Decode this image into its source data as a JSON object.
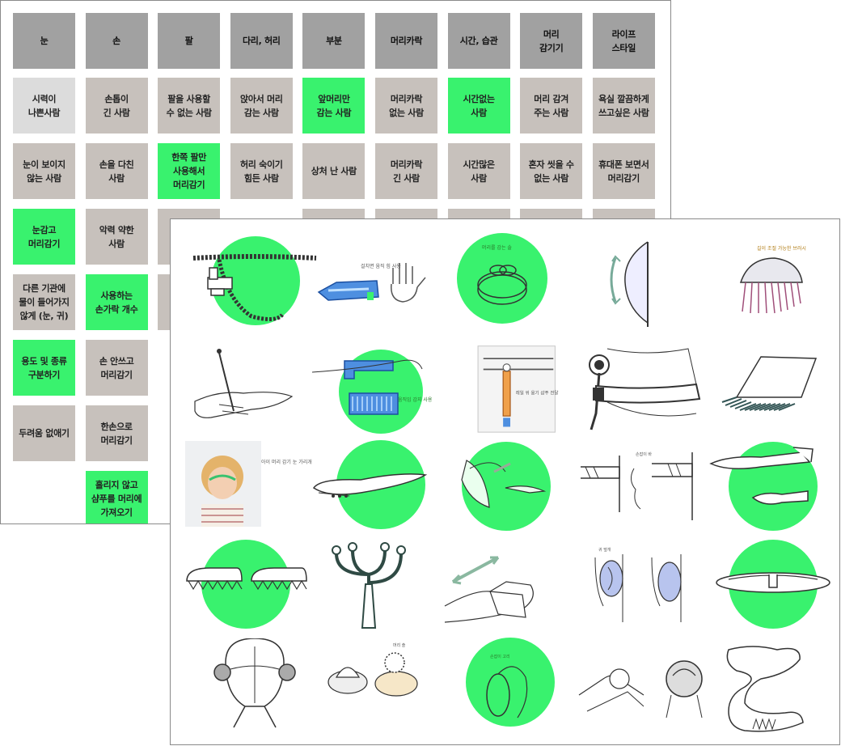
{
  "grid": {
    "headers": [
      "눈",
      "손",
      "팔",
      "다리, 허리",
      "부분",
      "머리카락",
      "시간, 습관",
      "머리\n감기기",
      "라이프\n스타일"
    ],
    "cells": [
      {
        "col": 0,
        "row": 0,
        "text": "시력이\n나쁜사람",
        "style": "light"
      },
      {
        "col": 1,
        "row": 0,
        "text": "손톱이\n긴 사람",
        "style": "gray"
      },
      {
        "col": 2,
        "row": 0,
        "text": "팔을 사용할\n수 없는 사람",
        "style": "gray"
      },
      {
        "col": 3,
        "row": 0,
        "text": "앉아서 머리\n감는 사람",
        "style": "gray"
      },
      {
        "col": 4,
        "row": 0,
        "text": "앞머리만\n감는 사람",
        "style": "green"
      },
      {
        "col": 5,
        "row": 0,
        "text": "머리카락\n없는 사람",
        "style": "gray"
      },
      {
        "col": 6,
        "row": 0,
        "text": "시간없는\n사람",
        "style": "green"
      },
      {
        "col": 7,
        "row": 0,
        "text": "머리 감겨\n주는 사람",
        "style": "gray"
      },
      {
        "col": 8,
        "row": 0,
        "text": "욕실 깔끔하게\n쓰고싶은 사람",
        "style": "gray"
      },
      {
        "col": 0,
        "row": 1,
        "text": "눈이 보이지\n않는 사람",
        "style": "gray"
      },
      {
        "col": 1,
        "row": 1,
        "text": "손을 다친\n사람",
        "style": "gray"
      },
      {
        "col": 2,
        "row": 1,
        "text": "한쪽 팔만\n사용해서\n머리감기",
        "style": "green"
      },
      {
        "col": 3,
        "row": 1,
        "text": "허리 숙이기\n힘든 사람",
        "style": "gray"
      },
      {
        "col": 4,
        "row": 1,
        "text": "상처 난 사람",
        "style": "gray"
      },
      {
        "col": 5,
        "row": 1,
        "text": "머리카락\n긴 사람",
        "style": "gray"
      },
      {
        "col": 6,
        "row": 1,
        "text": "시간많은\n사람",
        "style": "gray"
      },
      {
        "col": 7,
        "row": 1,
        "text": "혼자 씻을 수\n없는 사람",
        "style": "gray"
      },
      {
        "col": 8,
        "row": 1,
        "text": "휴대폰 보면서\n머리감기",
        "style": "gray"
      },
      {
        "col": 0,
        "row": 2,
        "text": "눈감고\n머리감기",
        "style": "green"
      },
      {
        "col": 1,
        "row": 2,
        "text": "악력 약한\n사람",
        "style": "gray"
      },
      {
        "col": 2,
        "row": 2,
        "text": "",
        "style": "gray"
      },
      {
        "col": 4,
        "row": 2,
        "text": "",
        "style": "gray"
      },
      {
        "col": 5,
        "row": 2,
        "text": "",
        "style": "gray"
      },
      {
        "col": 6,
        "row": 2,
        "text": "",
        "style": "gray"
      },
      {
        "col": 7,
        "row": 2,
        "text": "",
        "style": "gray"
      },
      {
        "col": 8,
        "row": 2,
        "text": "",
        "style": "gray"
      },
      {
        "col": 0,
        "row": 3,
        "text": "다른 기관에\n물이 들어가지\n않게 (눈, 귀)",
        "style": "gray"
      },
      {
        "col": 1,
        "row": 3,
        "text": "사용하는\n손가락 개수",
        "style": "green"
      },
      {
        "col": 2,
        "row": 3,
        "text": "",
        "style": "gray"
      },
      {
        "col": 0,
        "row": 4,
        "text": "용도 및 종류\n구분하기",
        "style": "green"
      },
      {
        "col": 1,
        "row": 4,
        "text": "손 안쓰고\n머리감기",
        "style": "gray"
      },
      {
        "col": 0,
        "row": 5,
        "text": "두려움 없애기",
        "style": "gray"
      },
      {
        "col": 1,
        "row": 5,
        "text": "한손으로\n머리감기",
        "style": "gray"
      },
      {
        "col": 1,
        "row": 6,
        "text": "흘리지 않고\n샴푸를 머리에\n가져오기",
        "style": "green"
      }
    ]
  },
  "sketches": {
    "colors": {
      "accent": "#39f26e",
      "ink": "#333333"
    },
    "items": [
      {
        "id": "bead-strap-clamp",
        "circle": true
      },
      {
        "id": "glove-tool",
        "circle": false,
        "note": "걸치면 움직 힘 사용"
      },
      {
        "id": "round-brush-top",
        "circle": true,
        "note": "머리를 감는 솔"
      },
      {
        "id": "wall-curve-handle",
        "circle": false
      },
      {
        "id": "jellyfish-brush",
        "circle": false,
        "note": "길이 조절 가능한 브러시"
      },
      {
        "id": "finger-rod",
        "circle": false
      },
      {
        "id": "blue-frame-scrubber",
        "circle": true,
        "note": "움직임 감지 사용"
      },
      {
        "id": "rail-photo",
        "circle": false,
        "note": "레일 위 용기 샴푸 전달"
      },
      {
        "id": "shower-belt",
        "circle": false
      },
      {
        "id": "comb-pad",
        "circle": false
      },
      {
        "id": "child-photo",
        "circle": false,
        "note": "아이 머리 감기 눈 가리개"
      },
      {
        "id": "long-handle-brush",
        "circle": true
      },
      {
        "id": "butterfly-pad",
        "circle": true
      },
      {
        "id": "wall-bar",
        "circle": false,
        "note": "손잡이 바"
      },
      {
        "id": "spoon-scoops",
        "circle": true
      },
      {
        "id": "twin-pads",
        "circle": true
      },
      {
        "id": "candelabra-tool",
        "circle": false
      },
      {
        "id": "hand-strap",
        "circle": false
      },
      {
        "id": "ear-cover",
        "circle": false,
        "note": "귀 덮개"
      },
      {
        "id": "dish-tool",
        "circle": true
      },
      {
        "id": "head-ear-guards",
        "circle": false
      },
      {
        "id": "dome-brushes",
        "circle": false,
        "note": "머리 솔"
      },
      {
        "id": "ring-handle",
        "circle": true,
        "note": "손잡이 고리"
      },
      {
        "id": "wash-scene",
        "circle": false
      },
      {
        "id": "soft-shape",
        "circle": false
      }
    ]
  }
}
